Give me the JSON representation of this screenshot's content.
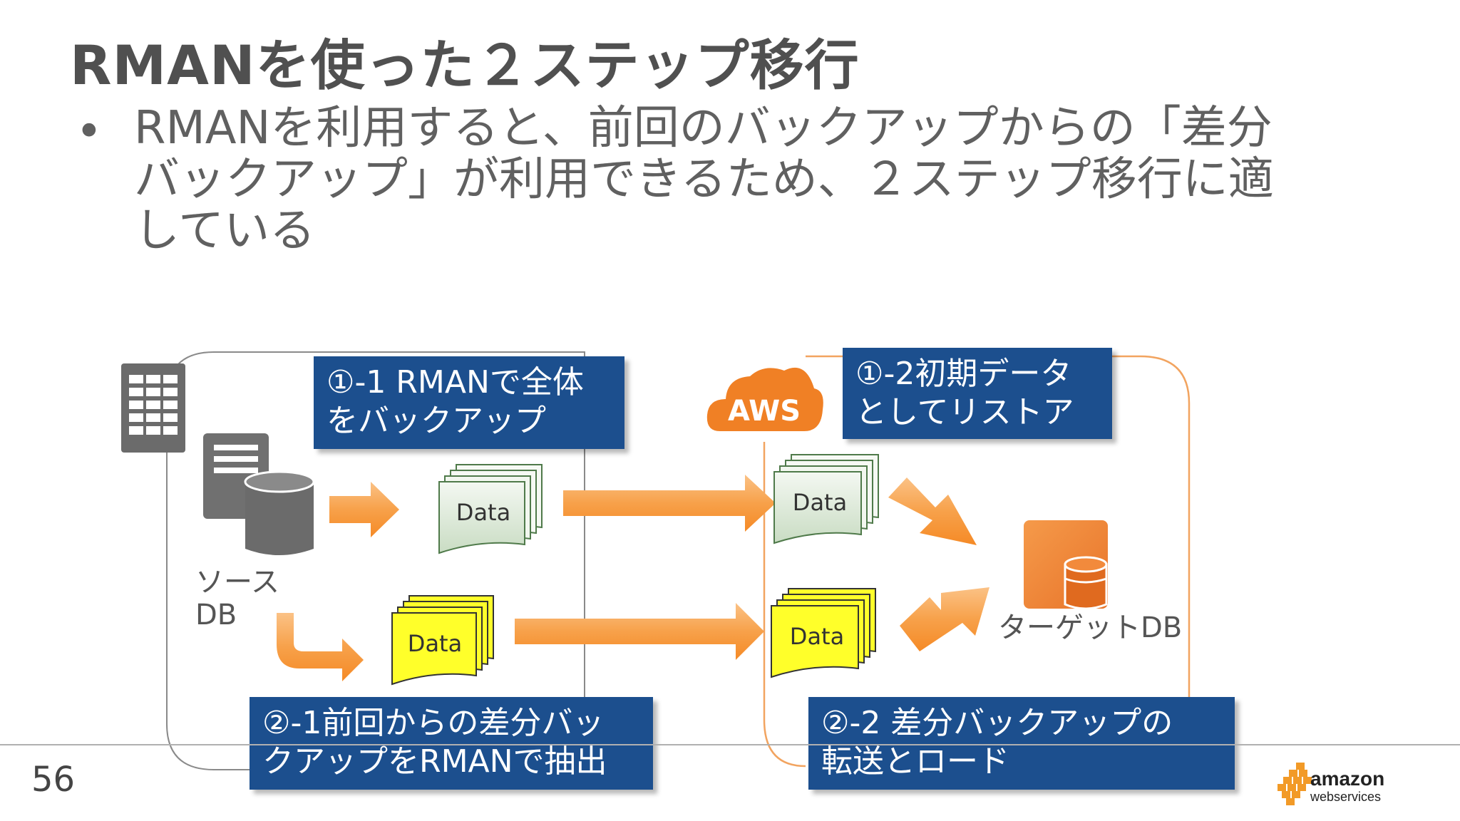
{
  "slide": {
    "title": "RMANを使った２ステップ移行",
    "bullet_lines": [
      "RMANを利用すると、前回のバックアップからの「差分",
      "バックアップ」が利用できるため、２ステップ移行に適",
      "している"
    ],
    "bullet_marker": "•",
    "page_number": "56"
  },
  "diagram": {
    "source_label_lines": [
      "ソース",
      "DB"
    ],
    "target_label": "ターゲットDB",
    "cloud_label": "AWS",
    "data_label": "Data",
    "callouts": {
      "step_1_1": [
        "①-1 RMANで全体",
        "をバックアップ"
      ],
      "step_1_2": [
        "①-2初期データ",
        "としてリストア"
      ],
      "step_2_1": [
        "②-1前回からの差分バッ",
        "クアップをRMANで抽出"
      ],
      "step_2_2": [
        "②-2 差分バックアップの",
        "転送とロード"
      ]
    }
  },
  "logo": {
    "line1": "amazon",
    "line2": "webservices"
  },
  "colors": {
    "callout_bg": "#1c4f8e",
    "arrow_orange": "#f7a14a",
    "full_backup_doc": "#e5efe2",
    "diff_backup_doc": "#ffff2a",
    "target_db": "#f0813a",
    "server_gray": "#6b6b6b"
  },
  "icons": [
    "building-icon",
    "database-server-icon",
    "aws-cloud-icon",
    "document-stack-icon",
    "rds-database-icon",
    "amazon-web-services-logo"
  ]
}
